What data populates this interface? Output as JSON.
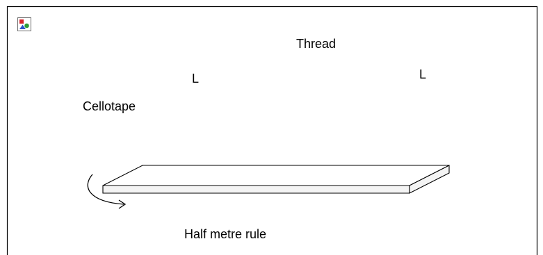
{
  "labels": {
    "thread": "Thread",
    "length_left": "L",
    "length_right": "L",
    "cellotape": "Cellotape",
    "rule": "Half metre rule"
  },
  "icons": {
    "placeholder": "broken-image-icon"
  },
  "colors": {
    "line": "#000000",
    "rule_fill": "#ffffff",
    "rule_side": "#f4f4f4",
    "icon_red": "#d8232a",
    "icon_green": "#2c9a35",
    "icon_blue": "#2d56c8"
  }
}
